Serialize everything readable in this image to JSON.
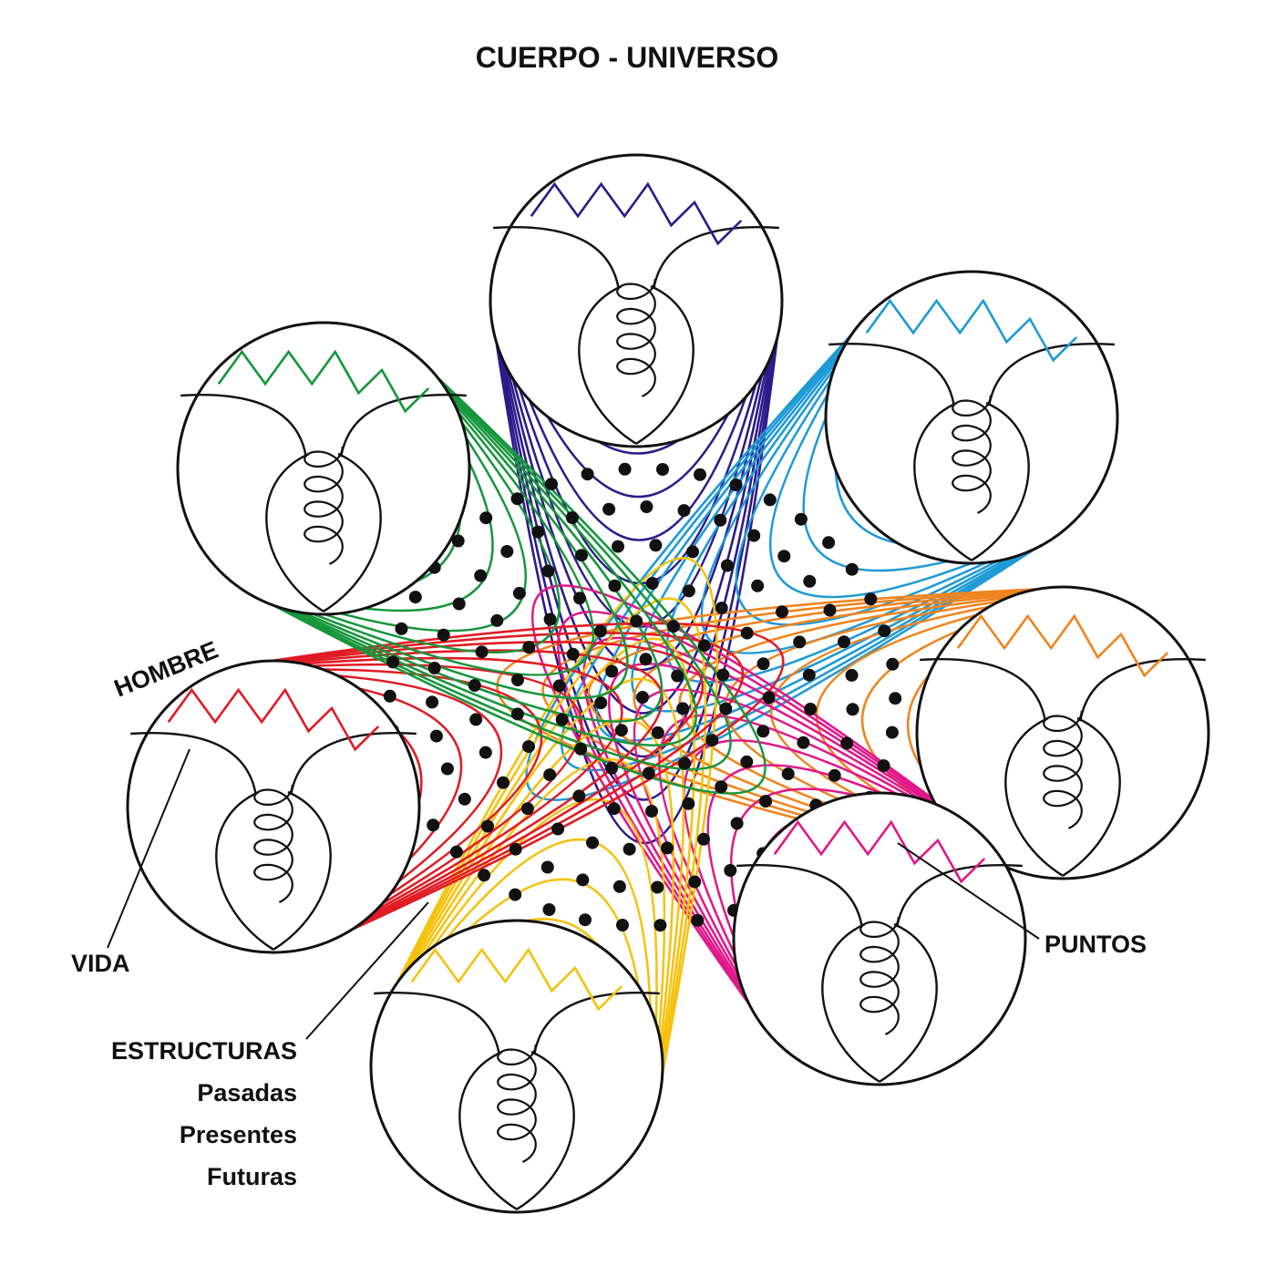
{
  "title": "CUERPO - UNIVERSO",
  "labels": {
    "hombre": "HOMBRE",
    "vida": "VIDA",
    "puntos": "PUNTOS",
    "estructuras": "ESTRUCTURAS",
    "pasadas": "Pasadas",
    "presentes": "Presentes",
    "futuras": "Futuras"
  },
  "colors": {
    "outline": "#111111",
    "top": "#2e1a8a",
    "upper_right": "#1e9ad6",
    "right": "#f0841e",
    "lower_right": "#e0188a",
    "bottom": "#f5c20e",
    "left": "#e01b24",
    "upper_left": "#16963c"
  },
  "circles": [
    {
      "id": "top",
      "color_key": "top"
    },
    {
      "id": "upper-right",
      "color_key": "upper_right"
    },
    {
      "id": "right",
      "color_key": "right"
    },
    {
      "id": "lower-right",
      "color_key": "lower_right"
    },
    {
      "id": "bottom",
      "color_key": "bottom"
    },
    {
      "id": "left",
      "color_key": "left"
    },
    {
      "id": "upper-left",
      "color_key": "upper_left"
    }
  ]
}
